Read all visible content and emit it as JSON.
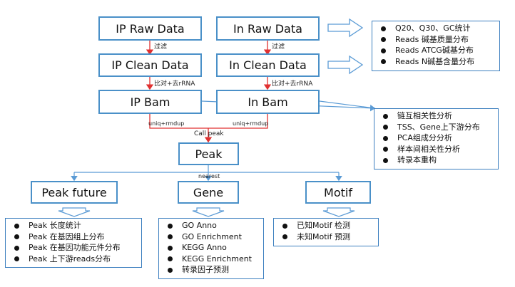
{
  "nodes": {
    "ip_raw": "IP Raw Data",
    "in_raw": "In Raw Data",
    "ip_clean": "IP Clean Data",
    "in_clean": "In Clean Data",
    "ip_bam": "IP Bam",
    "in_bam": "In Bam",
    "peak": "Peak",
    "peak_future": "Peak future",
    "gene": "Gene",
    "motif": "Motif"
  },
  "edge_labels": {
    "filter_ip": "过滤",
    "filter_in": "过滤",
    "align_ip": "比对+去rRNA",
    "align_in": "比对+去rRNA",
    "uniq_ip": "uniq+rmdup",
    "uniq_in": "uniq+rmdup",
    "call_peak": "Call peak",
    "nearest": "nearest"
  },
  "lists": {
    "qc": [
      "Q20、Q30、GC统计",
      "Reads 碱基质量分布",
      "Reads ATCG碱基分布",
      "Reads N碱基含量分布"
    ],
    "bam_stats": [
      "链互相关性分析",
      "TSS、Gene上下游分布",
      "PCA组成分分析",
      "样本间相关性分析",
      "转录本重构"
    ],
    "peak_future": [
      "Peak 长度统计",
      "Peak 在基因组上分布",
      "Peak 在基因功能元件分布",
      "Peak 上下游reads分布"
    ],
    "gene": [
      "GO Anno",
      "GO Enrichment",
      "KEGG Anno",
      "KEGG Enrichment",
      "转录因子预测"
    ],
    "motif": [
      "已知Motif 检测",
      "未知Motif 预测"
    ]
  },
  "colors": {
    "box_border": "#4a90c8",
    "red_arrow": "#e03030",
    "blue_line": "#5b9bd5",
    "hollow_arrow": "#5b9bd5"
  }
}
